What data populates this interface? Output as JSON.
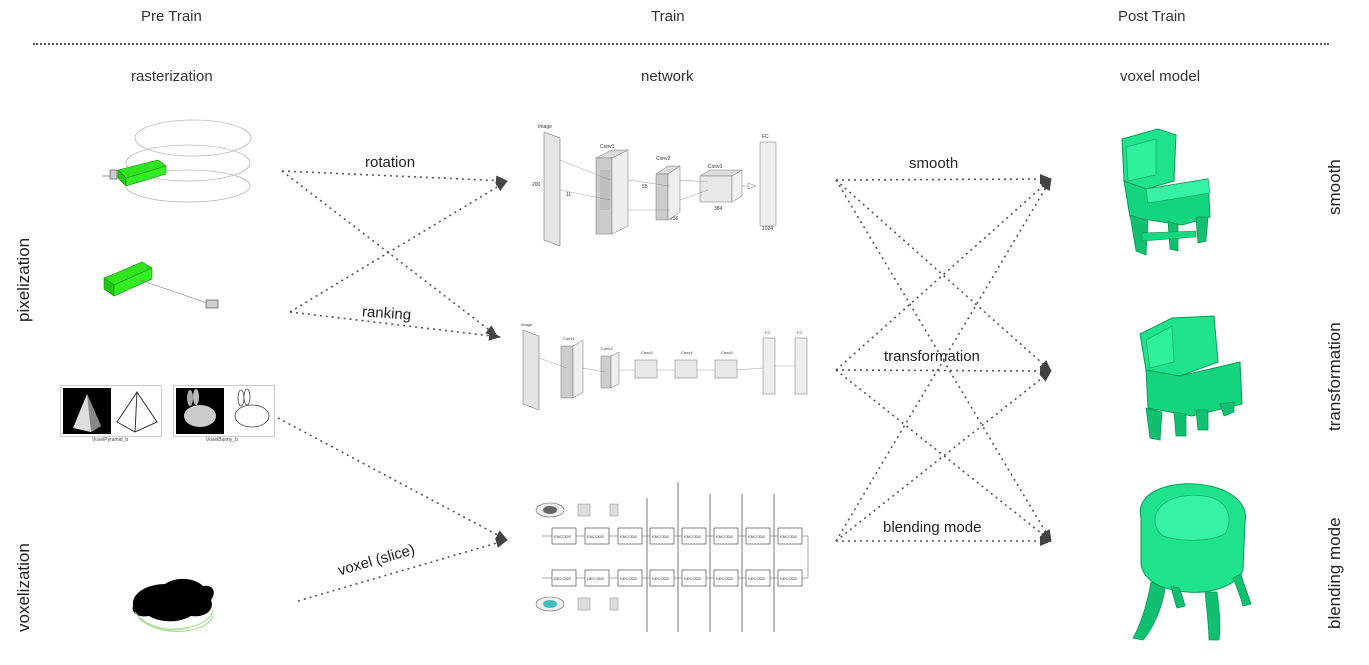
{
  "headers": {
    "pre": "Pre Train",
    "train": "Train",
    "post": "Post Train"
  },
  "subheaders": {
    "pre": "rasterization",
    "train": "network",
    "post": "voxel model"
  },
  "left_labels": {
    "pixel": "pixelization",
    "voxel": "voxelization"
  },
  "right_labels": {
    "smooth": "smooth",
    "transformation": "transformation",
    "blending": "blending mode"
  },
  "edge_labels": {
    "rotation": "rotation",
    "ranking": "ranking",
    "voxel_slice": "voxel (slice)",
    "smooth": "smooth",
    "transformation": "transformation",
    "blending": "blending mode"
  },
  "thumb_captions": {
    "pyramid": "VoxelPyramid_b",
    "bunny": "VoxelBunny_b"
  },
  "networks": {
    "net1": {
      "input": "Image",
      "layers": [
        "Conv1",
        "Conv2",
        "Conv3",
        "FC"
      ],
      "dims": [
        "200",
        "11",
        "55",
        "256",
        "384",
        "1024"
      ]
    },
    "net2": {
      "input": "Image",
      "layers": [
        "Conv1",
        "Conv2",
        "Conv3",
        "Conv4",
        "Conv5",
        "FC",
        "FC"
      ]
    },
    "net3": {
      "encode": "ENCODE",
      "decode": "DECODE"
    }
  },
  "colors": {
    "voxel_green": "#1ee38c",
    "pixel_green": "#33ee22",
    "arrow": "#444444"
  }
}
